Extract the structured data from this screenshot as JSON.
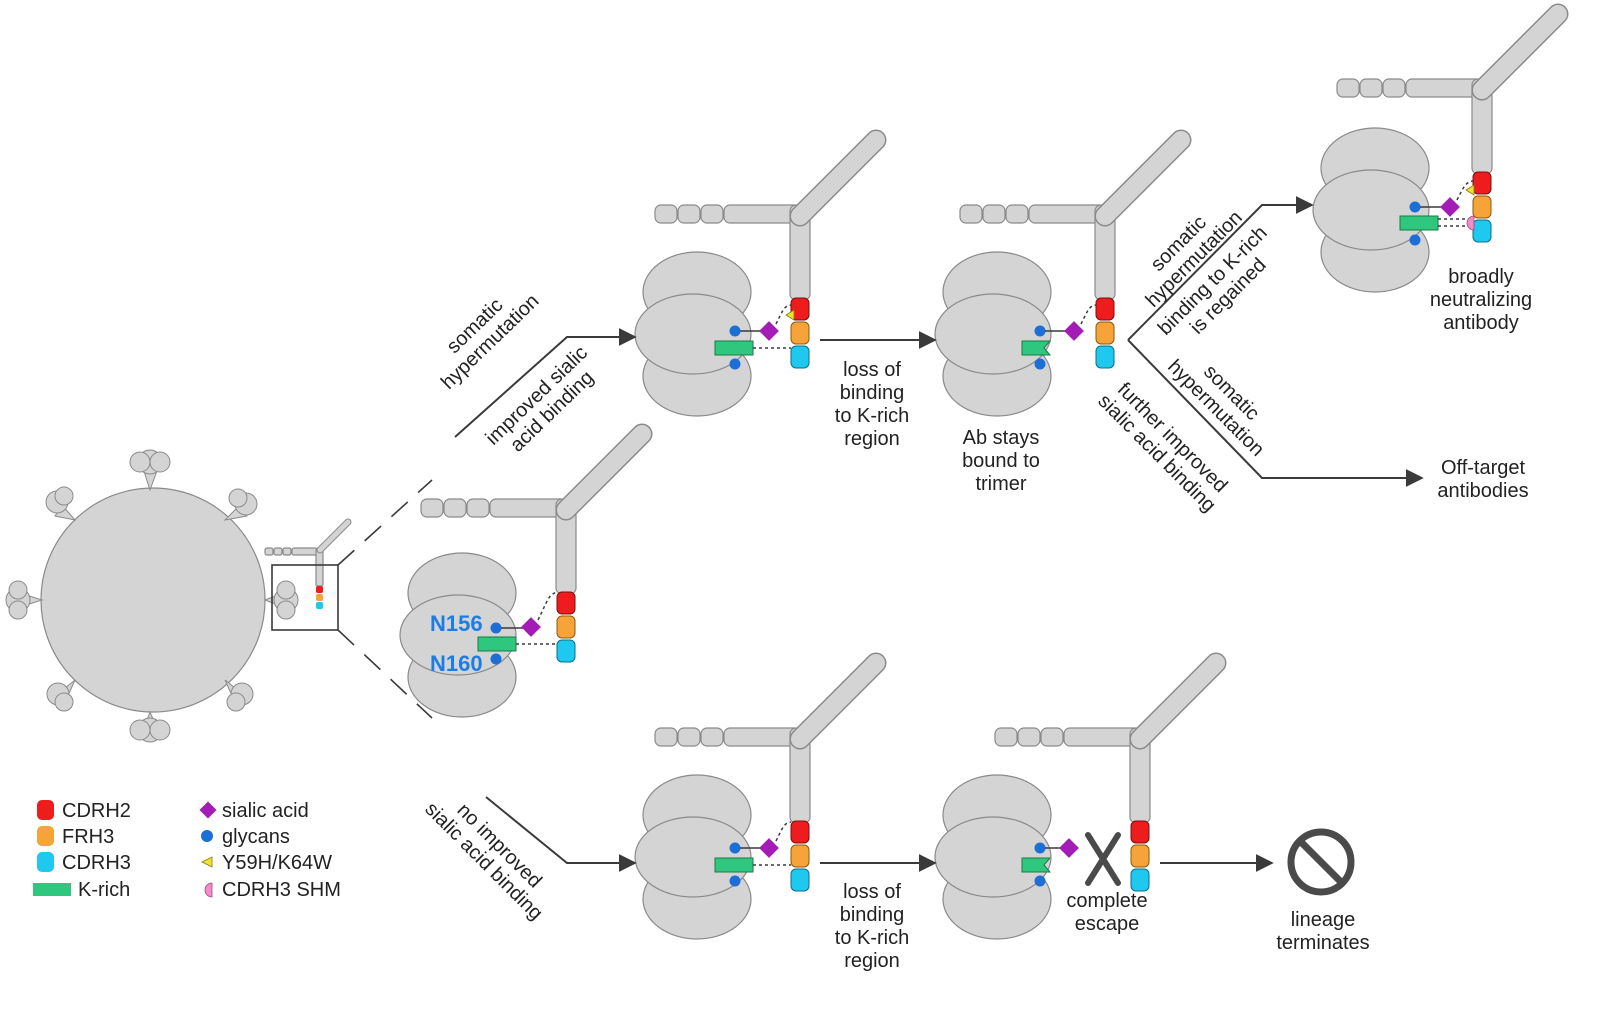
{
  "legend": {
    "cdrh2": "CDRH2",
    "frh3": "FRH3",
    "cdrh3": "CDRH3",
    "krich": "K-rich",
    "sialic": "sialic acid",
    "glycans": "glycans",
    "y59h": "Y59H/K64W",
    "cdrh3shm": "CDRH3 SHM"
  },
  "colors": {
    "cdrh2": "#ee1c1c",
    "frh3": "#f6a43a",
    "cdrh3": "#1ec8ee",
    "krich": "#2fc67e",
    "sialic": "#a21cb5",
    "glycans": "#1b6fd6",
    "y59h": "#f2e02e",
    "cdrh3shm": "#f08cc6"
  },
  "sites": {
    "n156": "N156",
    "n160": "N160"
  },
  "arrows": {
    "up_top": "somatic",
    "up_mid": "hypermutation",
    "up_bot1": "improved sialic",
    "up_bot2": "acid binding",
    "loss1_l1": "loss of",
    "loss1_l2": "binding",
    "loss1_l3": "to K-rich",
    "loss1_l4": "region",
    "stays_l1": "Ab stays",
    "stays_l2": "bound to",
    "stays_l3": "trimer",
    "bn_top1": "somatic",
    "bn_top2": "hypermutation",
    "bn_bot1": "binding to K-rich",
    "bn_bot2": "is regained",
    "off_top1": "somatic",
    "off_top2": "hypermutation",
    "off_bot1": "further improved",
    "off_bot2": "sialic acid binding",
    "bnab_l1": "broadly",
    "bnab_l2": "neutralizing",
    "bnab_l3": "antibody",
    "offtarget_l1": "Off-target",
    "offtarget_l2": "antibodies",
    "no_imp1": "no improved",
    "no_imp2": "sialic acid binding",
    "loss2_l1": "loss of",
    "loss2_l2": "binding",
    "loss2_l3": "to K-rich",
    "loss2_l4": "region",
    "escape_l1": "complete",
    "escape_l2": "escape",
    "lineage_l1": "lineage",
    "lineage_l2": "terminates"
  }
}
